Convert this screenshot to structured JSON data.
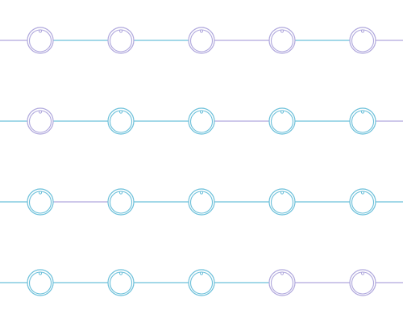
{
  "pattern": {
    "rows": [
      {
        "rings": [
          "purple",
          "purple",
          "purple",
          "purple",
          "purple"
        ],
        "line_segments": [
          "purple",
          "teal",
          "teal",
          "purple",
          "teal",
          "purple"
        ]
      },
      {
        "rings": [
          "purple",
          "teal",
          "teal",
          "teal",
          "teal"
        ],
        "line_segments": [
          "teal",
          "teal",
          "teal",
          "purple",
          "teal",
          "purple"
        ]
      },
      {
        "rings": [
          "teal",
          "teal",
          "teal",
          "teal",
          "teal"
        ],
        "line_segments": [
          "teal",
          "purple",
          "teal",
          "teal",
          "teal",
          "teal"
        ]
      },
      {
        "rings": [
          "teal",
          "teal",
          "teal",
          "purple",
          "purple"
        ],
        "line_segments": [
          "teal",
          "teal",
          "teal",
          "teal",
          "purple",
          "purple"
        ]
      }
    ],
    "colors": {
      "purple": "#b0a8dd",
      "teal": "#6cc0da",
      "background": "#ffffff"
    },
    "element": "ring-with-notch"
  }
}
